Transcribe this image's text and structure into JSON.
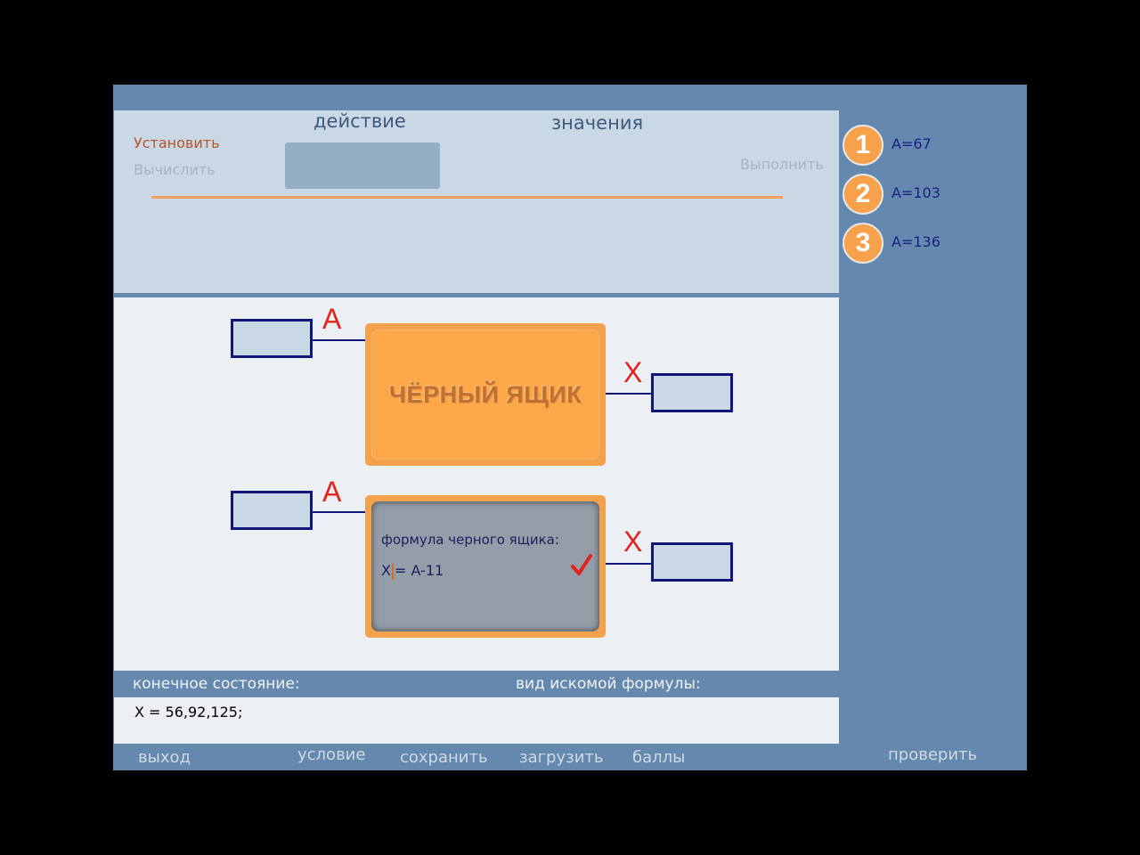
{
  "header": {
    "action_title": "действие",
    "values_title": "значения"
  },
  "actions": {
    "set_label": "Установить",
    "compute_label": "Вычислить",
    "run_label": "Выполнить"
  },
  "diagram": {
    "input_letter": "A",
    "output_letter": "X",
    "black_box_title": "ЧЁРНЫЙ ЯЩИК",
    "formula_label": "формула черного ящика:",
    "formula_prefix": "X",
    "formula_rest": "= A-11"
  },
  "status": {
    "final_state_label": "конечное состояние:",
    "formula_kind_label": "вид искомой формулы:",
    "final_state_value": "X = 56,92,125;"
  },
  "footer": {
    "exit": "выход",
    "condition": "условие",
    "save": "сохранить",
    "load": "загрузить",
    "score": "баллы",
    "check": "проверить"
  },
  "steps": [
    {
      "num": "1",
      "value": "A=67"
    },
    {
      "num": "2",
      "value": "A=103"
    },
    {
      "num": "3",
      "value": "A=136"
    }
  ],
  "colors": {
    "panel_blue": "#6589ae",
    "orange": "#f2a24d",
    "wire_blue": "#0f1677",
    "letter_red": "#e0241c"
  }
}
